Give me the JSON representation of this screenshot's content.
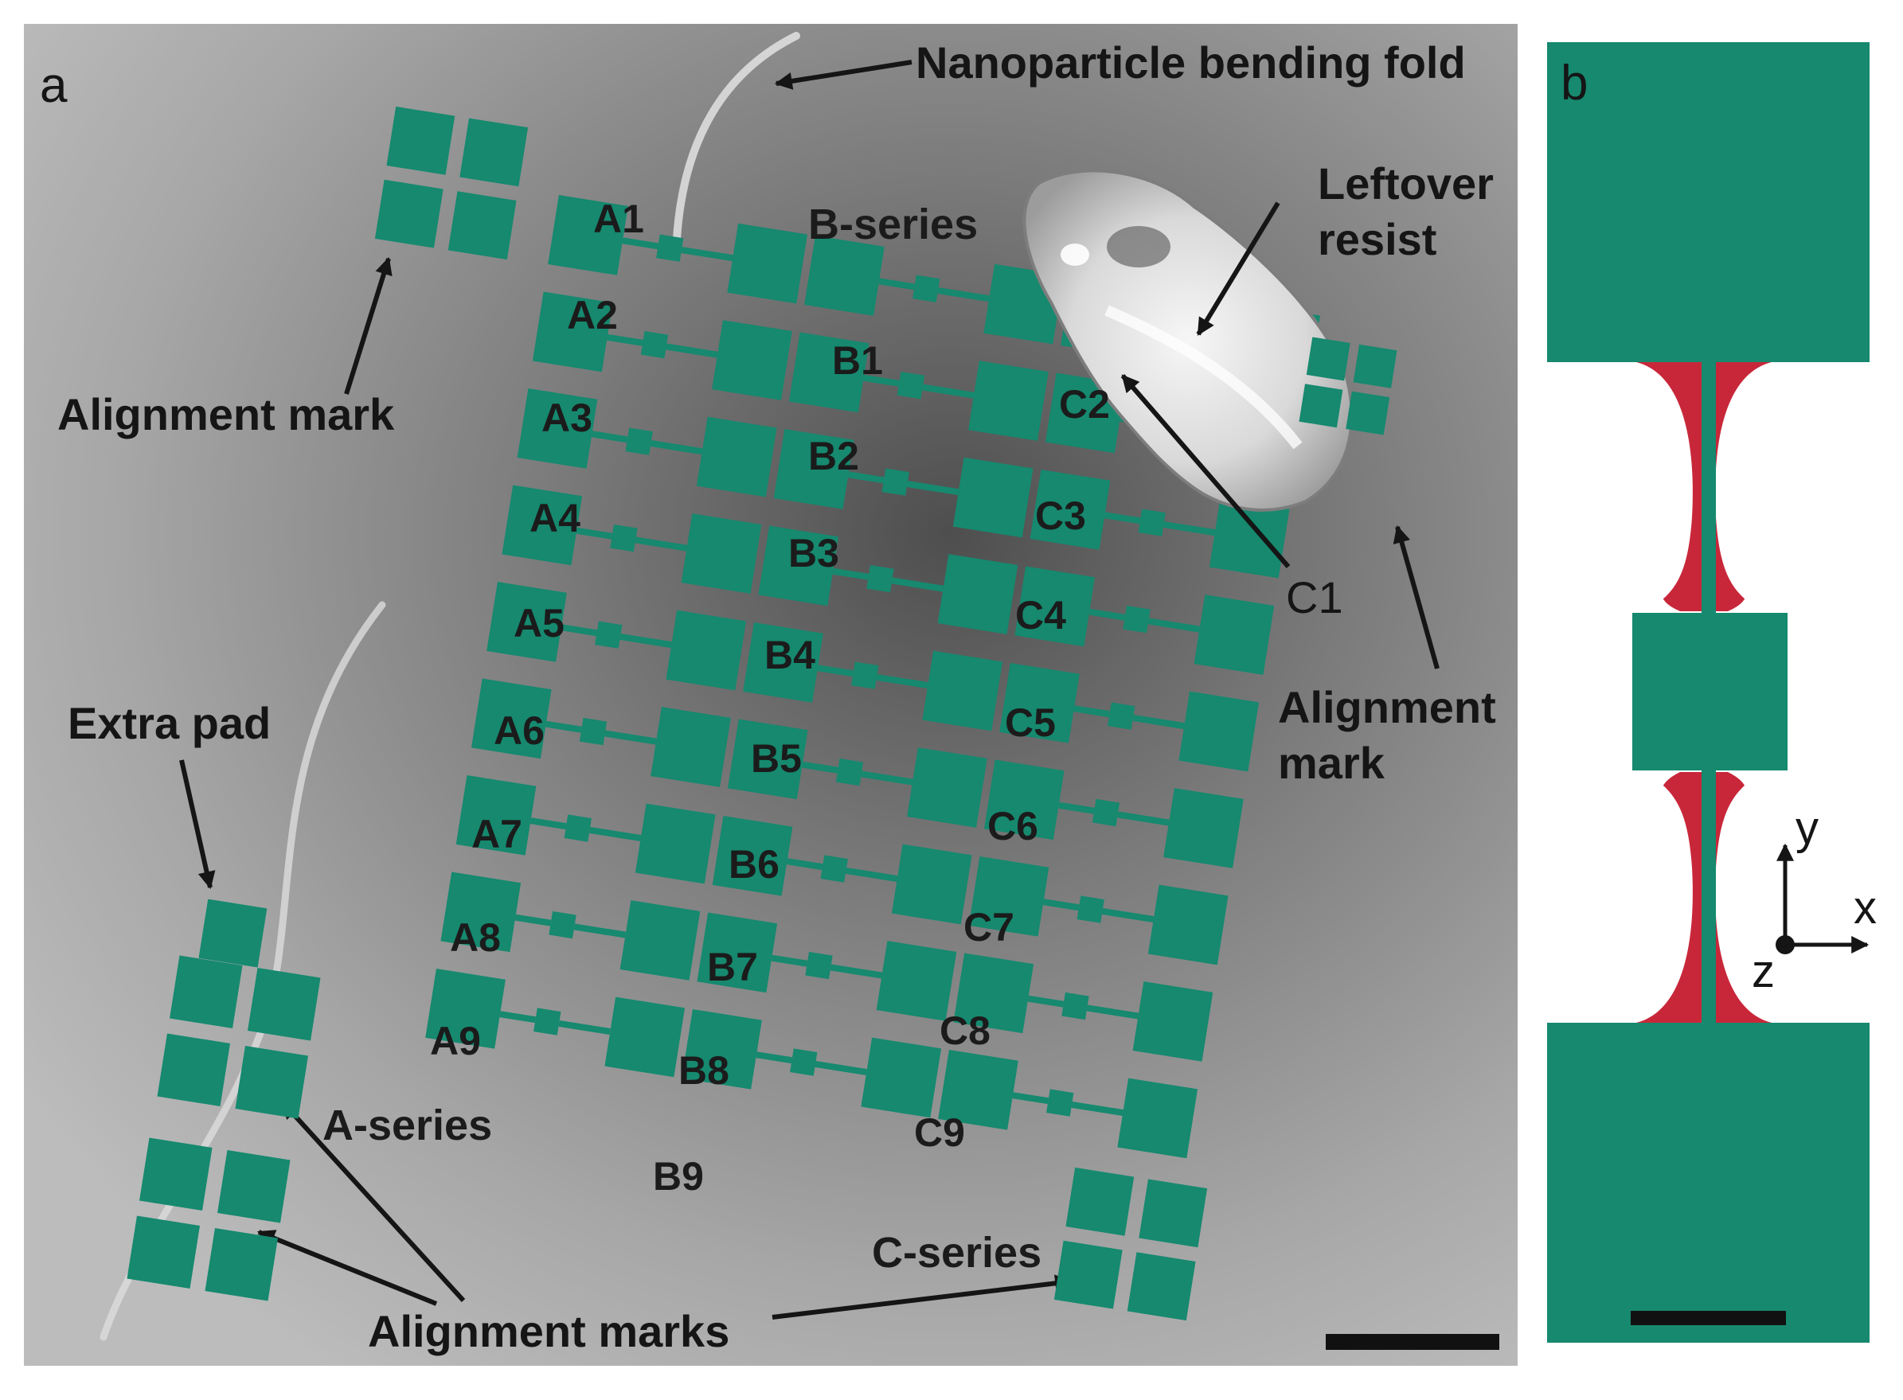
{
  "colors": {
    "pad": "#16896f",
    "resist_red": "#c8273a",
    "sem_dark": "#6c6c6c",
    "sem_light": "#b7b7b7",
    "label": "#111111"
  },
  "panel_a": {
    "panel_label": "a",
    "callouts": {
      "nanoparticle_fold": "Nanoparticle bending fold",
      "leftover_resist": [
        "Leftover",
        "resist"
      ],
      "alignment_mark_left": "Alignment mark",
      "alignment_mark_right": [
        "Alignment",
        "mark"
      ],
      "extra_pad": "Extra pad",
      "alignment_marks": "Alignment marks",
      "c1": "C1"
    },
    "series_labels": {
      "a": "A-series",
      "b": "B-series",
      "c": "C-series"
    },
    "device_labels": {
      "a": [
        "A1",
        "A2",
        "A3",
        "A4",
        "A5",
        "A6",
        "A7",
        "A8",
        "A9"
      ],
      "b": [
        "B1",
        "B2",
        "B3",
        "B4",
        "B5",
        "B6",
        "B7",
        "B8",
        "B9"
      ],
      "c": [
        "C2",
        "C3",
        "C4",
        "C5",
        "C6",
        "C7",
        "C8",
        "C9"
      ]
    },
    "icons": [
      "arrow-icon",
      "alignment-cross-icon",
      "scale-bar-icon"
    ]
  },
  "panel_b": {
    "panel_label": "b",
    "axes": {
      "x": "x",
      "y": "y",
      "z": "z"
    },
    "icons": [
      "axis-triad-icon",
      "scale-bar-icon"
    ]
  }
}
